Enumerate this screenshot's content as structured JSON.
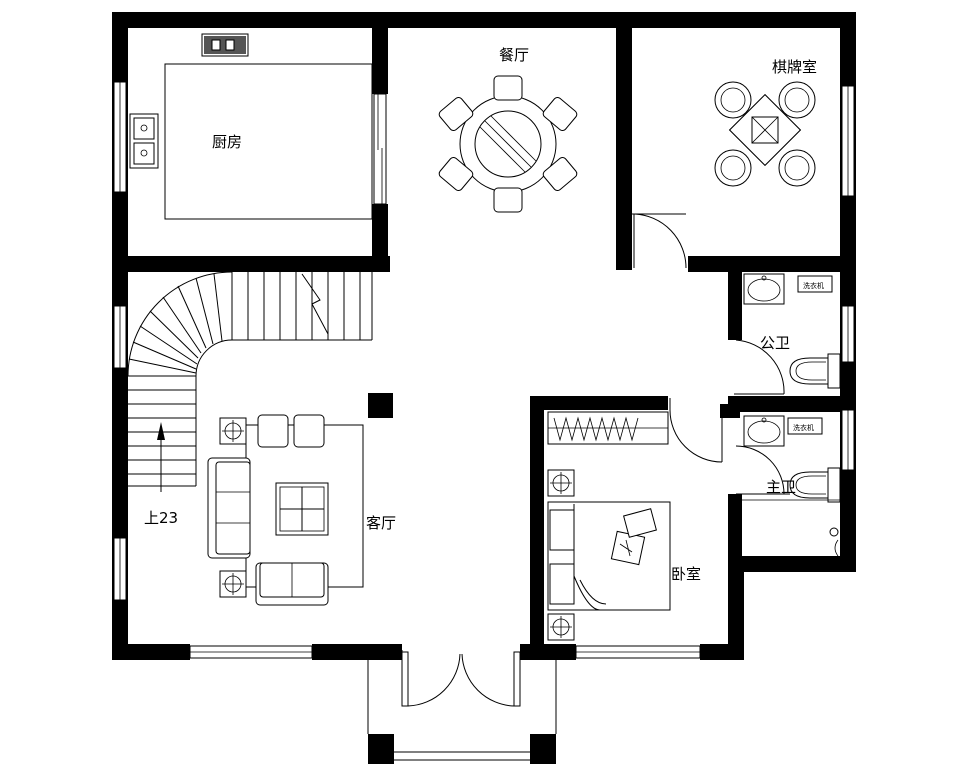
{
  "rooms": {
    "kitchen": "厨房",
    "dining": "餐厅",
    "mahjong": "棋牌室",
    "public_bath": "公卫",
    "master_bath": "主卫",
    "living": "客厅",
    "bedroom": "卧室"
  },
  "stair_label": "上23",
  "appliance_label": "洗衣机",
  "colors": {
    "line": "#000000",
    "background": "#ffffff"
  }
}
